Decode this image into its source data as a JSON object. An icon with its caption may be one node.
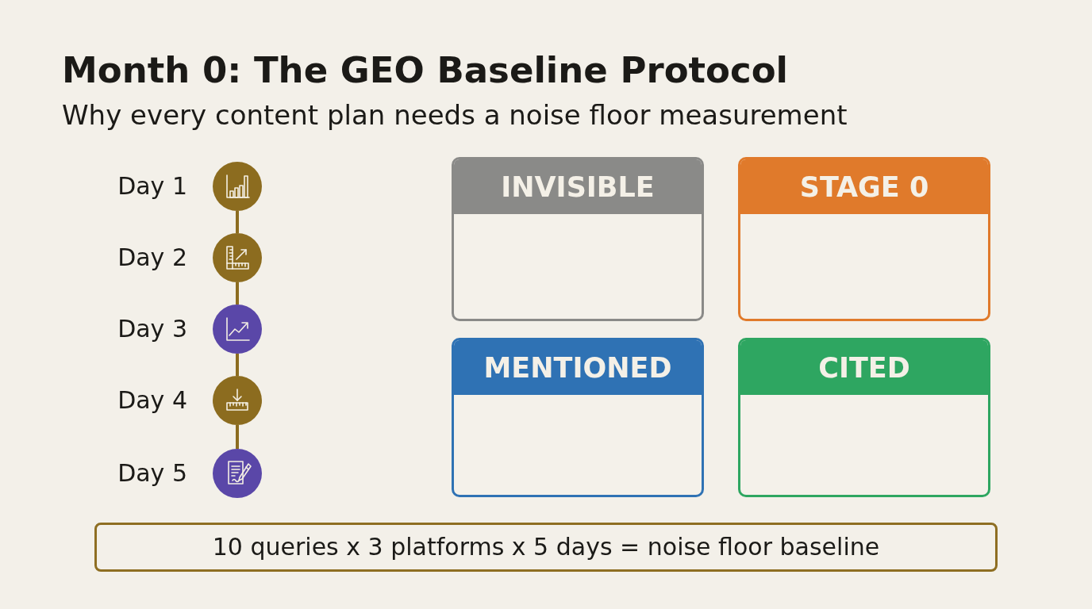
{
  "diagram": {
    "title": "Month 0: The GEO Baseline Protocol",
    "nodes": [
      {
        "text": [],
        "shape": "circle",
        "beside": [
          "Day 1"
        ]
      },
      {
        "text": [],
        "shape": "circle",
        "beside": [
          "Day 2"
        ]
      },
      {
        "text": [],
        "shape": "circle",
        "beside": [
          "Day 3"
        ]
      },
      {
        "text": [],
        "shape": "circle",
        "beside": [
          "Day 4"
        ]
      },
      {
        "text": [],
        "shape": "circle",
        "beside": [
          "Day 5"
        ]
      },
      {
        "text": [
          "INVISIBLE"
        ]
      },
      {
        "text": [
          "STAGE 0"
        ]
      },
      {
        "text": [
          "MENTIONED"
        ]
      },
      {
        "text": [
          "CITED"
        ]
      },
      {
        "text": [
          "10 queries x 3 platforms x 5 days = noise floor baseline"
        ]
      }
    ],
    "edges": [
      {
        "from": 0,
        "to": 1,
        "arrow": "none"
      },
      {
        "from": 1,
        "to": 2,
        "arrow": "none"
      },
      {
        "from": 2,
        "to": 3,
        "arrow": "none"
      },
      {
        "from": 3,
        "to": 4,
        "arrow": "none"
      }
    ],
    "labels": [
      "Why every content plan needs a noise floor measurement"
    ]
  }
}
